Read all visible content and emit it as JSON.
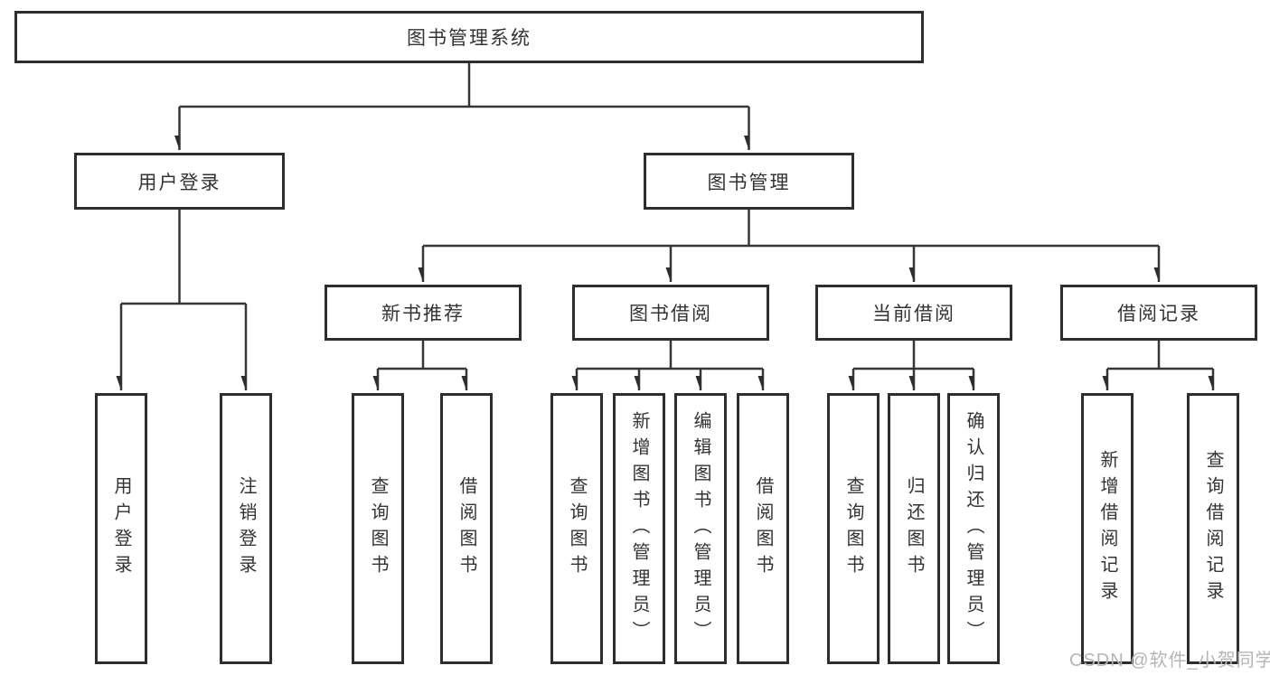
{
  "diagram": {
    "type": "hierarchy-tree",
    "title": "图书管理系统",
    "tree": {
      "root": {
        "label": "图书管理系统",
        "children": [
          {
            "label": "用户登录",
            "children": [
              {
                "label": "用户登录"
              },
              {
                "label": "注销登录"
              }
            ]
          },
          {
            "label": "图书管理",
            "children": [
              {
                "label": "新书推荐",
                "children": [
                  {
                    "label": "查询图书"
                  },
                  {
                    "label": "借阅图书"
                  }
                ]
              },
              {
                "label": "图书借阅",
                "children": [
                  {
                    "label": "查询图书"
                  },
                  {
                    "label": "新增图书（管理员）"
                  },
                  {
                    "label": "编辑图书（管理员）"
                  },
                  {
                    "label": "借阅图书"
                  }
                ]
              },
              {
                "label": "当前借阅",
                "children": [
                  {
                    "label": "查询图书"
                  },
                  {
                    "label": "归还图书"
                  },
                  {
                    "label": "确认归还（管理员）"
                  }
                ]
              },
              {
                "label": "借阅记录",
                "children": [
                  {
                    "label": "新增借阅记录"
                  },
                  {
                    "label": "查询借阅记录"
                  }
                ]
              }
            ]
          }
        ]
      }
    },
    "colors": {
      "box_border": "#2d2d2d",
      "connector_line": "#363636",
      "text": "#333333",
      "watermark_text": "#b5b5b5",
      "background": "#ffffff"
    }
  },
  "watermark": {
    "text": "CSDN @软件_小贺同学"
  }
}
